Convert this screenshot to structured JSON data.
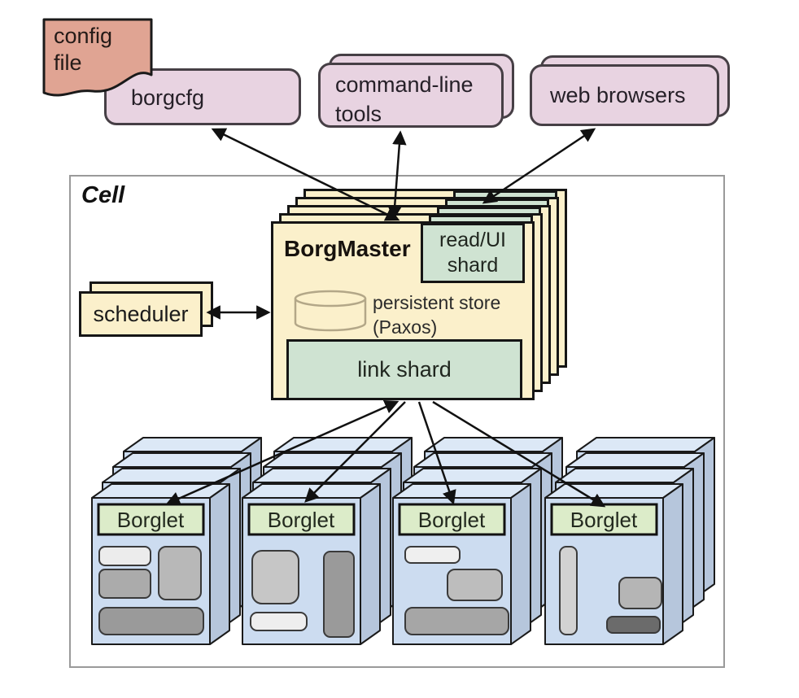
{
  "palette": {
    "client_pink": "#e8d3e1",
    "config_salmon": "#e0a493",
    "master_cream": "#fbf0cb",
    "shard_green": "#cfe3d2",
    "borglet_green": "#dcecc9",
    "machine_blue": "#ccdcf0",
    "cell_border_gray": "#9a9a9a"
  },
  "external": {
    "config_file_label": "config\nfile",
    "borgcfg_label": "borgcfg",
    "command_line_tools_label": "command-line\ntools",
    "web_browsers_label": "web browsers"
  },
  "cell": {
    "label": "Cell",
    "borgmaster": {
      "label": "BorgMaster",
      "read_ui_shard_label": "read/UI\nshard",
      "persistent_store_label": "persistent store\n(Paxos)",
      "link_shard_label": "link shard",
      "replica_count": 5
    },
    "scheduler_label": "scheduler",
    "borglets": [
      {
        "label": "Borglet"
      },
      {
        "label": "Borglet"
      },
      {
        "label": "Borglet"
      },
      {
        "label": "Borglet"
      }
    ]
  }
}
